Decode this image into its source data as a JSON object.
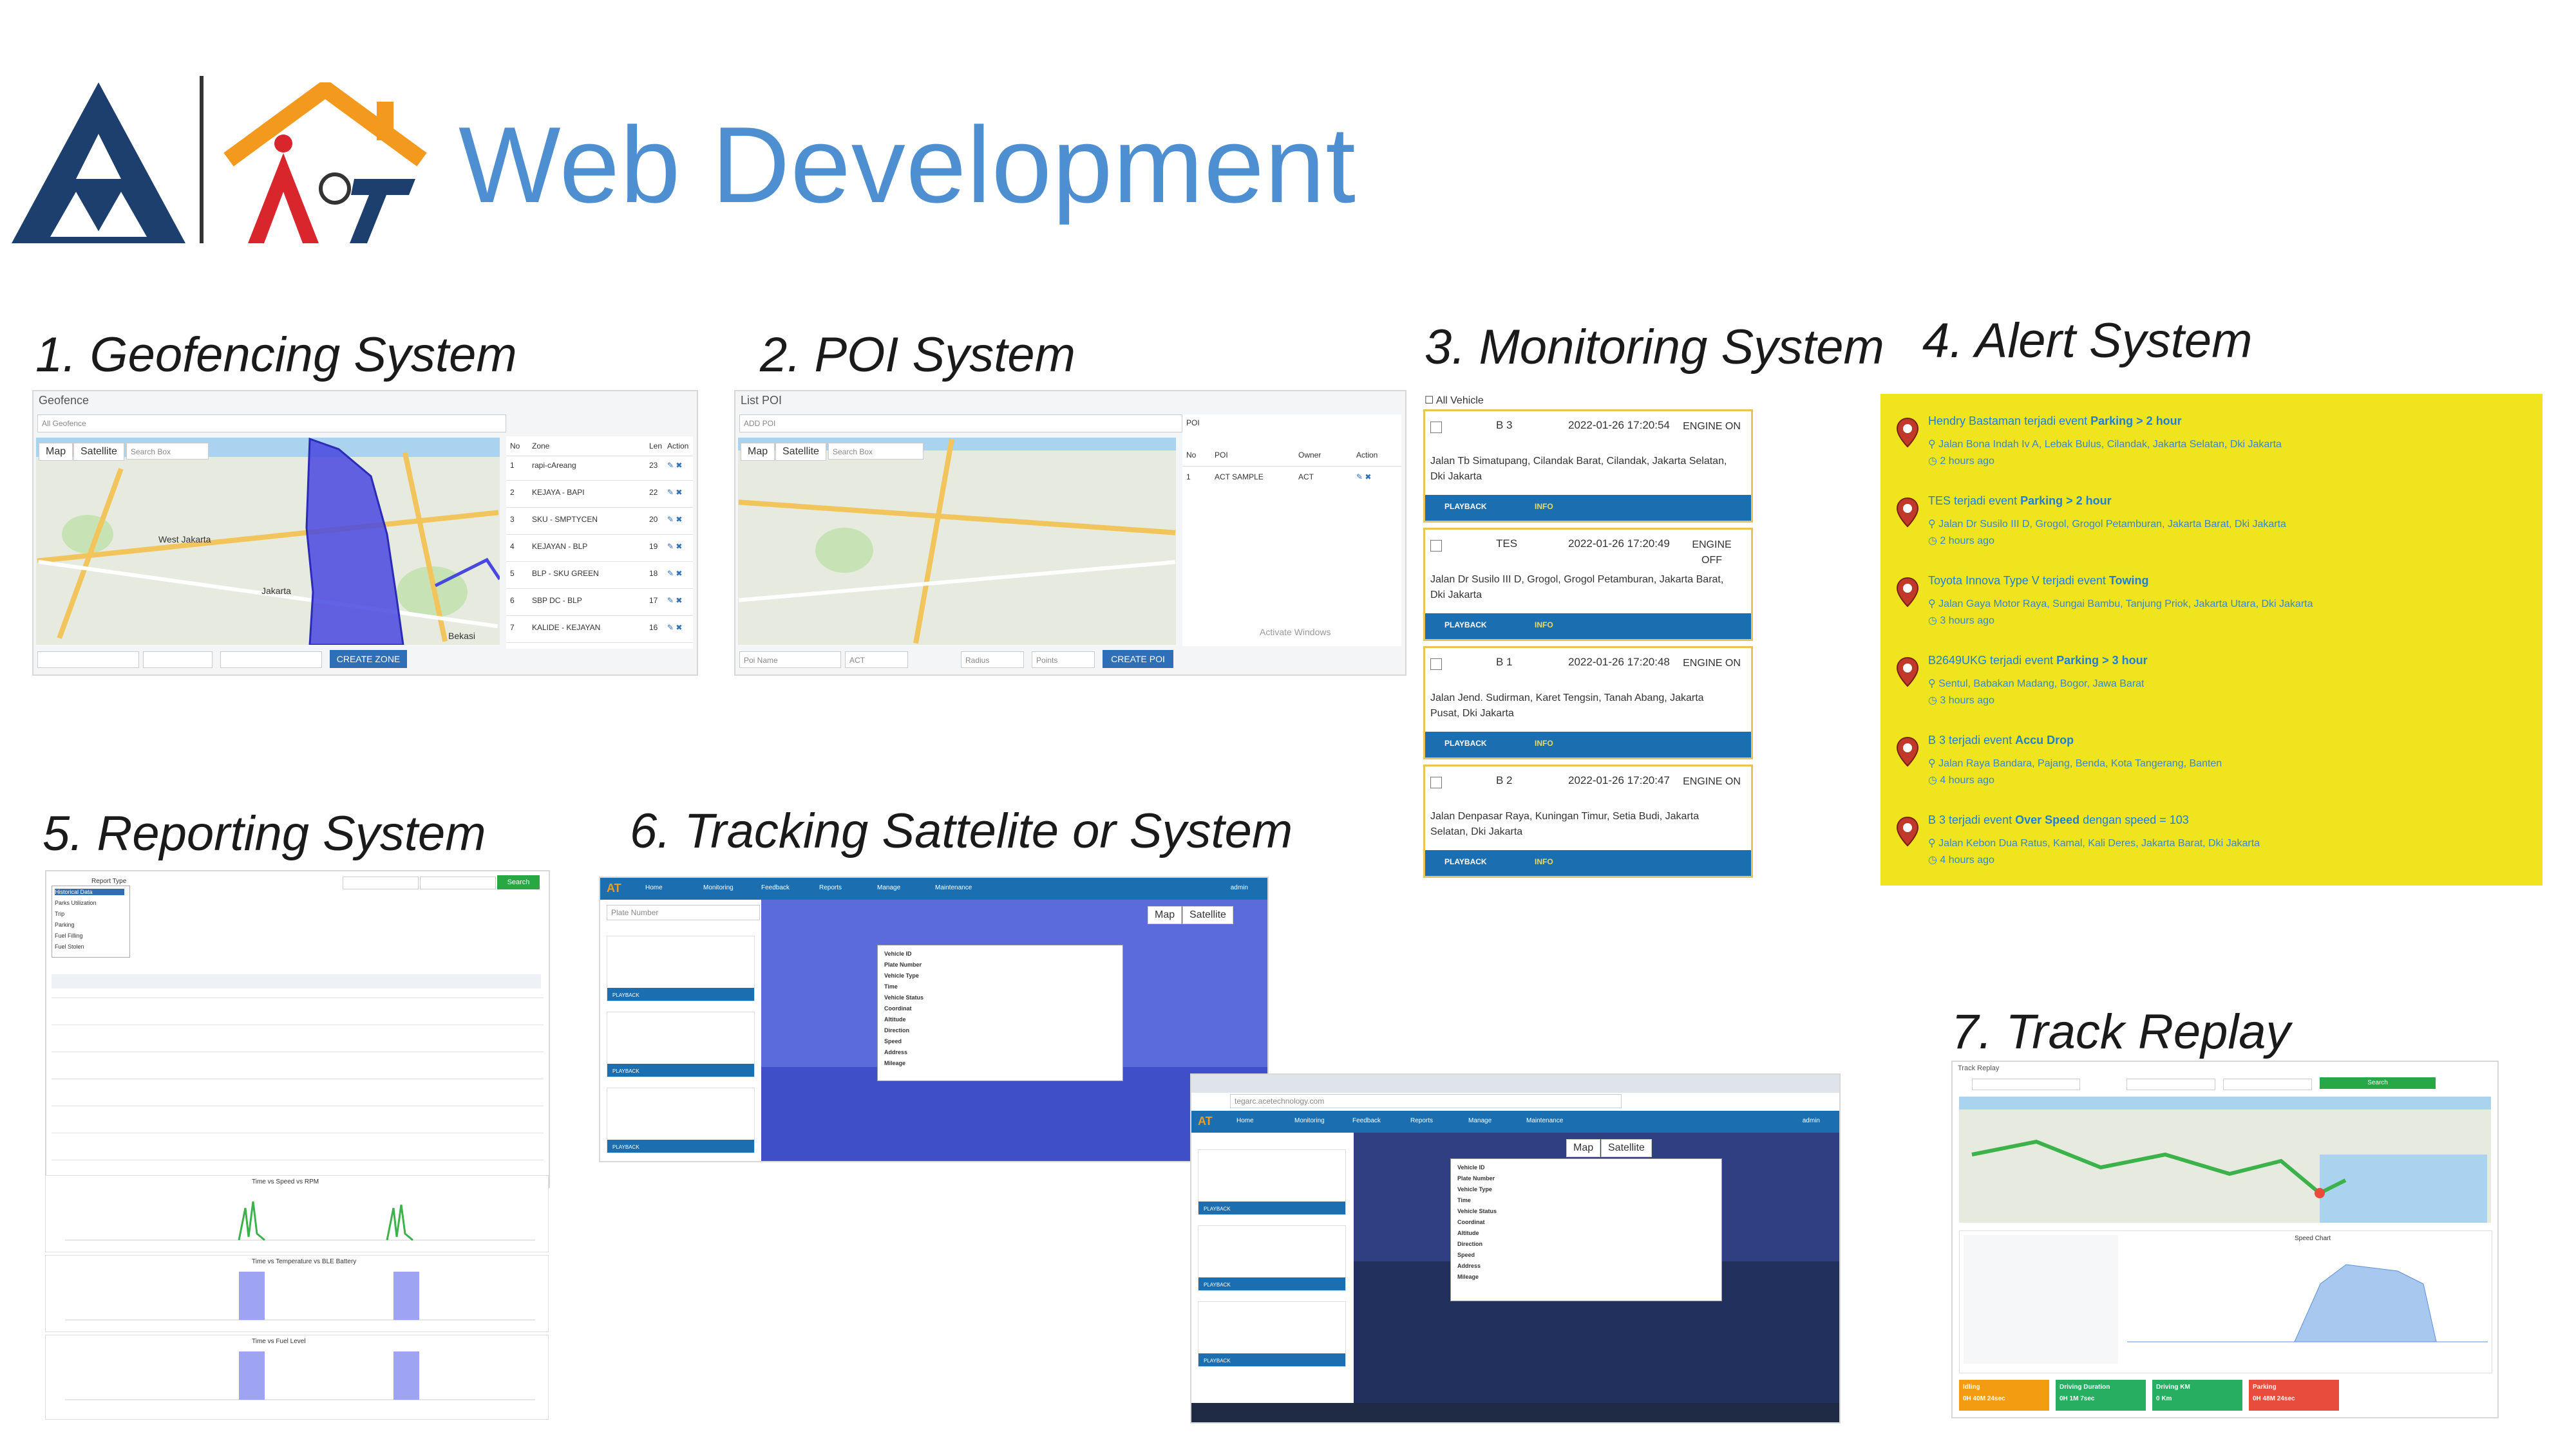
{
  "header": {
    "title": "Web Development",
    "colors": {
      "title": "#4e8fd1",
      "logo_navy": "#1c3f6e",
      "logo_orange": "#f39a1e",
      "logo_red": "#d9262c"
    }
  },
  "sections": {
    "geofencing": "1. Geofencing System",
    "poi": "2. POI System",
    "monitoring": "3. Monitoring System",
    "alert": "4. Alert System",
    "reporting": "5. Reporting System",
    "tracking": "6. Tracking Sattelite or System",
    "replay": "7. Track Replay"
  },
  "geofence": {
    "title": "Geofence",
    "select": "All Geofence",
    "tabs": [
      "Map",
      "Satellite"
    ],
    "search_placeholder": "Search Box",
    "columns": [
      "No",
      "Zone",
      "Len",
      "Action"
    ],
    "rows": [
      {
        "no": "1",
        "zone": "rapi-cAreang",
        "len": "23"
      },
      {
        "no": "2",
        "zone": "KEJAYA - BAPI",
        "len": "22"
      },
      {
        "no": "3",
        "zone": "SKU - SMPTYCEN",
        "len": "20"
      },
      {
        "no": "4",
        "zone": "KEJAYAN - BLP",
        "len": "19"
      },
      {
        "no": "5",
        "zone": "BLP - SKU GREEN",
        "len": "18"
      },
      {
        "no": "6",
        "zone": "SBP DC - BLP",
        "len": "17"
      },
      {
        "no": "7",
        "zone": "KALIDE - KEJAYAN",
        "len": "16"
      }
    ],
    "map_labels": [
      "West Jakarta",
      "Jakarta",
      "Bekasi"
    ],
    "create_label": "CREATE ZONE"
  },
  "poi": {
    "title": "List POI",
    "select": "ADD POI",
    "tabs": [
      "Map",
      "Satellite"
    ],
    "search_placeholder": "Search Box",
    "panel_label": "POI",
    "columns": [
      "No",
      "POI",
      "Owner",
      "Action"
    ],
    "row": {
      "no": "1",
      "poi": "ACT SAMPLE",
      "owner": "ACT"
    },
    "fields": [
      "Poi Name",
      "ACT",
      "Radius",
      "Points"
    ],
    "create_label": "CREATE POI",
    "activate": "Activate Windows"
  },
  "monitoring": {
    "all_vehicle": "All Vehicle",
    "playback": "PLAYBACK",
    "info": "INFO",
    "cards": [
      {
        "plate": "B 3",
        "time": "2022-01-26 17:20:54",
        "engine": "ENGINE ON",
        "address": "Jalan Tb Simatupang, Cilandak Barat, Cilandak, Jakarta Selatan, Dki Jakarta"
      },
      {
        "plate": "TES",
        "time": "2022-01-26 17:20:49",
        "engine": "ENGINE OFF",
        "address": "Jalan Dr Susilo III D, Grogol, Grogol Petamburan, Jakarta Barat, Dki Jakarta"
      },
      {
        "plate": "B 1",
        "time": "2022-01-26 17:20:48",
        "engine": "ENGINE ON",
        "address": "Jalan Jend. Sudirman, Karet Tengsin, Tanah Abang, Jakarta Pusat, Dki Jakarta"
      },
      {
        "plate": "B 2",
        "time": "2022-01-26 17:20:47",
        "engine": "ENGINE ON",
        "address": "Jalan Denpasar Raya, Kuningan Timur, Setia Budi, Jakarta Selatan, Dki Jakarta"
      }
    ]
  },
  "alerts": [
    {
      "prefix": "Hendry Bastaman terjadi event ",
      "event": "Parking > 2 hour",
      "suffix": "",
      "address": "Jalan Bona Indah Iv A, Lebak Bulus, Cilandak, Jakarta Selatan, Dki Jakarta",
      "time": "2 hours ago"
    },
    {
      "prefix": "TES terjadi event ",
      "event": "Parking > 2 hour",
      "suffix": "",
      "address": "Jalan Dr Susilo III D, Grogol, Grogol Petamburan, Jakarta Barat, Dki Jakarta",
      "time": "2 hours ago"
    },
    {
      "prefix": "Toyota Innova Type V terjadi event ",
      "event": "Towing",
      "suffix": "",
      "address": "Jalan Gaya Motor Raya, Sungai Bambu, Tanjung Priok, Jakarta Utara, Dki Jakarta",
      "time": "3 hours ago"
    },
    {
      "prefix": "B2649UKG terjadi event ",
      "event": "Parking > 3 hour",
      "suffix": "",
      "address": "Sentul, Babakan Madang, Bogor, Jawa Barat",
      "time": "3 hours ago"
    },
    {
      "prefix": "B 3 terjadi event ",
      "event": "Accu Drop",
      "suffix": "",
      "address": "Jalan Raya Bandara, Pajang, Benda, Kota Tangerang, Banten",
      "time": "4 hours ago"
    },
    {
      "prefix": "B 3 terjadi event ",
      "event": "Over Speed",
      "suffix": " dengan speed = 103",
      "address": "Jalan Kebon Dua Ratus, Kamal, Kali Deres, Jakarta Barat, Dki Jakarta",
      "time": "4 hours ago"
    }
  ],
  "reporting": {
    "report_type": "Report Type",
    "options": [
      "Historical Data",
      "Parks Utilization",
      "Trip",
      "Parking",
      "Fuel Filling",
      "Fuel Stolen"
    ],
    "go": "Search",
    "charts": [
      "Time vs Speed vs RPM",
      "Time vs Temperature vs BLE Battery",
      "Time vs Fuel Level"
    ]
  },
  "tracking": {
    "nav": [
      "Home",
      "Monitoring",
      "Feedback",
      "Reports",
      "Manage",
      "Maintenance"
    ],
    "user": "admin",
    "plate_placeholder": "Plate Number",
    "tabs": [
      "Map",
      "Satellite"
    ],
    "card_label": "PLAYBACK",
    "browser_url": "tegarc.acetechnology.com",
    "popup_rows": [
      "Vehicle ID",
      "Plate Number",
      "Vehicle Type",
      "Time",
      "Vehicle Status",
      "Coordinat",
      "Altitude",
      "Direction",
      "Speed",
      "Address",
      "Mileage"
    ]
  },
  "replay": {
    "title": "Track Replay",
    "go": "Search",
    "chart_title": "Speed Chart",
    "stats": [
      {
        "label": "Idling",
        "value": "0H 40M 24sec",
        "color": "#f39c12"
      },
      {
        "label": "Driving Duration",
        "value": "0H 1M 7sec",
        "color": "#27ae60"
      },
      {
        "label": "Driving KM",
        "value": "0 Km",
        "color": "#27ae60"
      },
      {
        "label": "Parking",
        "value": "0H 48M 24sec",
        "color": "#e74c3c"
      }
    ]
  }
}
